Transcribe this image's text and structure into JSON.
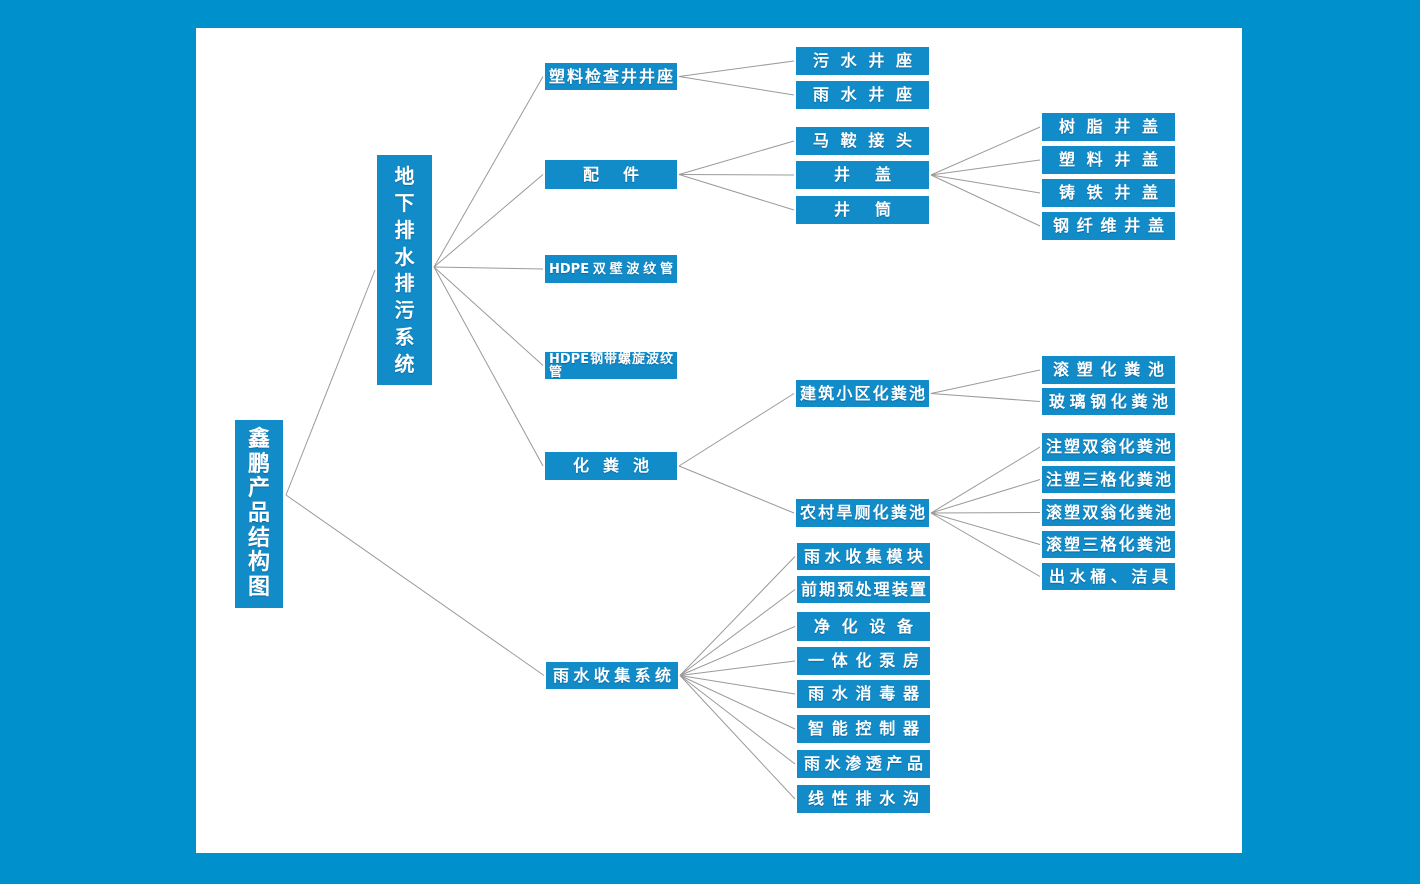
{
  "title": "鑫鹏产品结构图",
  "colors": {
    "outer_background": "#0090cc",
    "panel_background": "#ffffff",
    "node_fill": "#128cc9",
    "node_text": "#ffffff",
    "connector_line": "#9a9a9a"
  },
  "nodes": [
    {
      "id": "root",
      "label": "鑫鹏产品结构图",
      "parent": null
    },
    {
      "id": "dixia",
      "label": "地下排水排污系统",
      "parent": "root"
    },
    {
      "id": "sjjz",
      "label": "塑料检查井井座",
      "parent": "dixia"
    },
    {
      "id": "wsjz",
      "label": "污水井座",
      "parent": "sjjz"
    },
    {
      "id": "ysjz",
      "label": "雨水井座",
      "parent": "sjjz"
    },
    {
      "id": "peijian",
      "label": "配件",
      "parent": "dixia"
    },
    {
      "id": "maan",
      "label": "马鞍接头",
      "parent": "peijian"
    },
    {
      "id": "jinggai",
      "label": "井盖",
      "parent": "peijian"
    },
    {
      "id": "jingtong",
      "label": "井筒",
      "parent": "peijian"
    },
    {
      "id": "szjg",
      "label": "树脂井盖",
      "parent": "jinggai"
    },
    {
      "id": "sljg",
      "label": "塑料井盖",
      "parent": "jinggai"
    },
    {
      "id": "ztjg",
      "label": "铸铁井盖",
      "parent": "jinggai"
    },
    {
      "id": "gxwjg",
      "label": "钢纤维井盖",
      "parent": "jinggai"
    },
    {
      "id": "hdpe1",
      "label": "HDPE双壁波纹管",
      "parent": "dixia"
    },
    {
      "id": "hdpe2",
      "label": "HDPE钢带螺旋波纹管",
      "parent": "dixia"
    },
    {
      "id": "hfc",
      "label": "化粪池",
      "parent": "dixia"
    },
    {
      "id": "jzxq",
      "label": "建筑小区化粪池",
      "parent": "hfc"
    },
    {
      "id": "gshfc",
      "label": "滚塑化粪池",
      "parent": "jzxq"
    },
    {
      "id": "blghfc",
      "label": "玻璃钢化粪池",
      "parent": "jzxq"
    },
    {
      "id": "nchc",
      "label": "农村旱厕化粪池",
      "parent": "hfc"
    },
    {
      "id": "zssw",
      "label": "注塑双翁化粪池",
      "parent": "nchc"
    },
    {
      "id": "zssg",
      "label": "注塑三格化粪池",
      "parent": "nchc"
    },
    {
      "id": "gssw",
      "label": "滚塑双翁化粪池",
      "parent": "nchc"
    },
    {
      "id": "gssg",
      "label": "滚塑三格化粪池",
      "parent": "nchc"
    },
    {
      "id": "cst",
      "label": "出水桶、洁具",
      "parent": "nchc"
    },
    {
      "id": "yss",
      "label": "雨水收集系统",
      "parent": "root"
    },
    {
      "id": "ysmk",
      "label": "雨水收集模块",
      "parent": "yss"
    },
    {
      "id": "qqycl",
      "label": "前期预处理装置",
      "parent": "yss"
    },
    {
      "id": "jhsb",
      "label": "净化设备",
      "parent": "yss"
    },
    {
      "id": "ythbf",
      "label": "一体化泵房",
      "parent": "yss"
    },
    {
      "id": "ysxdq",
      "label": "雨水消毒器",
      "parent": "yss"
    },
    {
      "id": "znkzq",
      "label": "智能控制器",
      "parent": "yss"
    },
    {
      "id": "ysstcp",
      "label": "雨水渗透产品",
      "parent": "yss"
    },
    {
      "id": "xxpsg",
      "label": "线性排水沟",
      "parent": "yss"
    }
  ]
}
